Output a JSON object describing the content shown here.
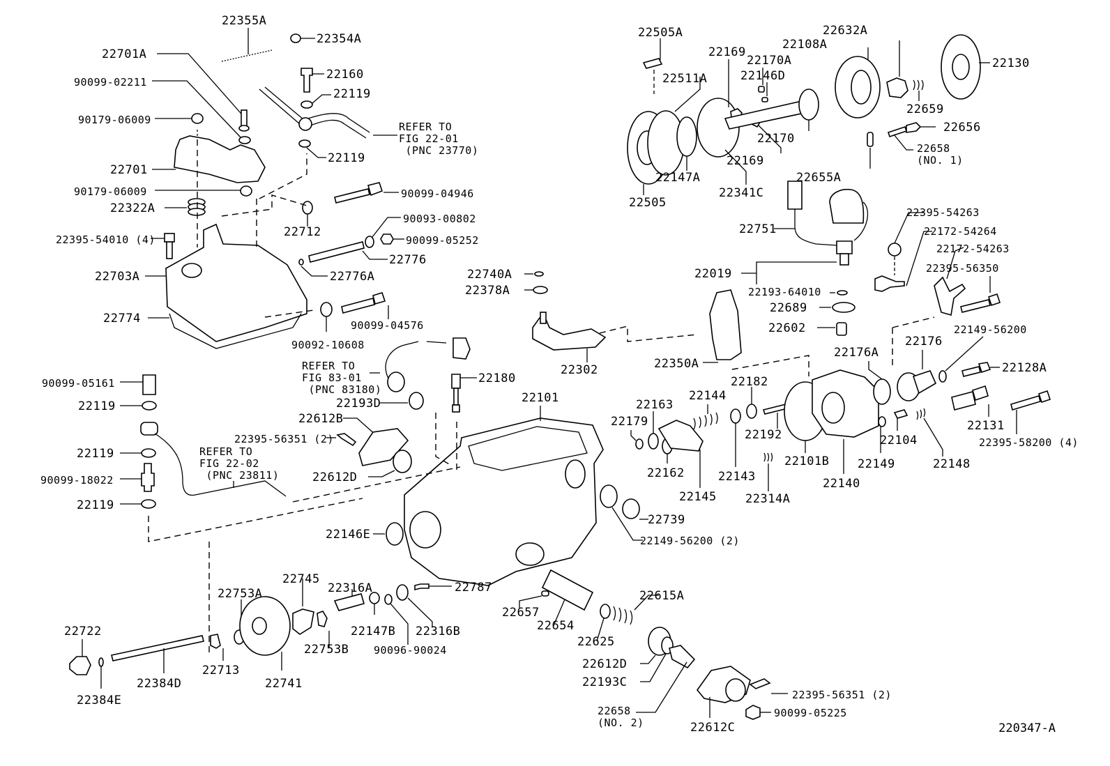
{
  "diagram": {
    "type": "exploded-parts-view",
    "subject": "Injection pump body assembly",
    "figure_id": "220347-A",
    "labels": {
      "p22355A": "22355A",
      "p22354A": "22354A",
      "p22701A": "22701A",
      "p22160": "22160",
      "p90099_02211": "90099-02211",
      "p22119_a": "22119",
      "p90179_06009_a": "90179-06009",
      "ref_fig_22_01": "REFER TO\nFIG 22-01\n (PNC 23770)",
      "p22119_b": "22119",
      "p22701": "22701",
      "p90179_06009_b": "90179-06009",
      "p90099_04946": "90099-04946",
      "p22322A": "22322A",
      "p22712": "22712",
      "p90093_00802": "90093-00802",
      "p22395_54010": "22395-54010 (4)",
      "p90099_05252": "90099-05252",
      "p22776": "22776",
      "p22703A": "22703A",
      "p22776A": "22776A",
      "p22774": "22774",
      "p90099_04576": "90099-04576",
      "p90092_10608": "90092-10608",
      "ref_fig_83_01": "REFER TO\nFIG 83-01\n (PNC 83180)",
      "p90099_05161": "90099-05161",
      "p22119_c": "22119",
      "p22180": "22180",
      "p22193D": "22193D",
      "p22101": "22101",
      "p22612B": "22612B",
      "p22395_56351_a": "22395-56351 (2)",
      "ref_fig_22_02": "REFER TO\nFIG 22-02\n (PNC 23811)",
      "p22119_d": "22119",
      "p90099_18022": "90099-18022",
      "p22612D_a": "22612D",
      "p22119_e": "22119",
      "p22146E": "22146E",
      "p22745": "22745",
      "p22753A": "22753A",
      "p22316A": "22316A",
      "p22787": "22787",
      "p22722": "22722",
      "p22147B": "22147B",
      "p22316B": "22316B",
      "p22753B": "22753B",
      "p90096_90024": "90096-90024",
      "p22713": "22713",
      "p22741": "22741",
      "p22384D": "22384D",
      "p22384E": "22384E",
      "p22505A": "22505A",
      "p22169_a": "22169",
      "p22511A": "22511A",
      "p22146D": "22146D",
      "p22170A": "22170A",
      "p22108A": "22108A",
      "p22632A": "22632A",
      "p22130": "22130",
      "p22659": "22659",
      "p22656": "22656",
      "p22170": "22170",
      "p22169_b": "22169",
      "p22658_no1": "22658\n(NO. 1)",
      "p22147A": "22147A",
      "p22341C": "22341C",
      "p22655A": "22655A",
      "p22505": "22505",
      "p22751": "22751",
      "p22395_54263": "22395-54263",
      "p22172_54264": "22172-54264",
      "p22172_54263": "22172-54263",
      "p22395_56350": "22395-56350",
      "p22019": "22019",
      "p22193_64010": "22193-64010",
      "p22689": "22689",
      "p22740A": "22740A",
      "p22378A": "22378A",
      "p22602": "22602",
      "p22149_56200_a": "22149-56200",
      "p22176A": "22176A",
      "p22176": "22176",
      "p22128A": "22128A",
      "p22302": "22302",
      "p22350A": "22350A",
      "p22182": "22182",
      "p22144": "22144",
      "p22163": "22163",
      "p22179": "22179",
      "p22192": "22192",
      "p22131": "22131",
      "p22395_58200": "22395-58200 (4)",
      "p22104": "22104",
      "p22101B": "22101B",
      "p22149": "22149",
      "p22148": "22148",
      "p22162": "22162",
      "p22143": "22143",
      "p22140": "22140",
      "p22145": "22145",
      "p22314A": "22314A",
      "p22739": "22739",
      "p22149_56200_b": "22149-56200 (2)",
      "p22615A": "22615A",
      "p22657": "22657",
      "p22654": "22654",
      "p22625": "22625",
      "p22612D_b": "22612D",
      "p22193C": "22193C",
      "p22395_56351_b": "22395-56351 (2)",
      "p22658_no2": "22658\n(NO. 2)",
      "p90099_05225": "90099-05225",
      "p22612C": "22612C"
    }
  }
}
